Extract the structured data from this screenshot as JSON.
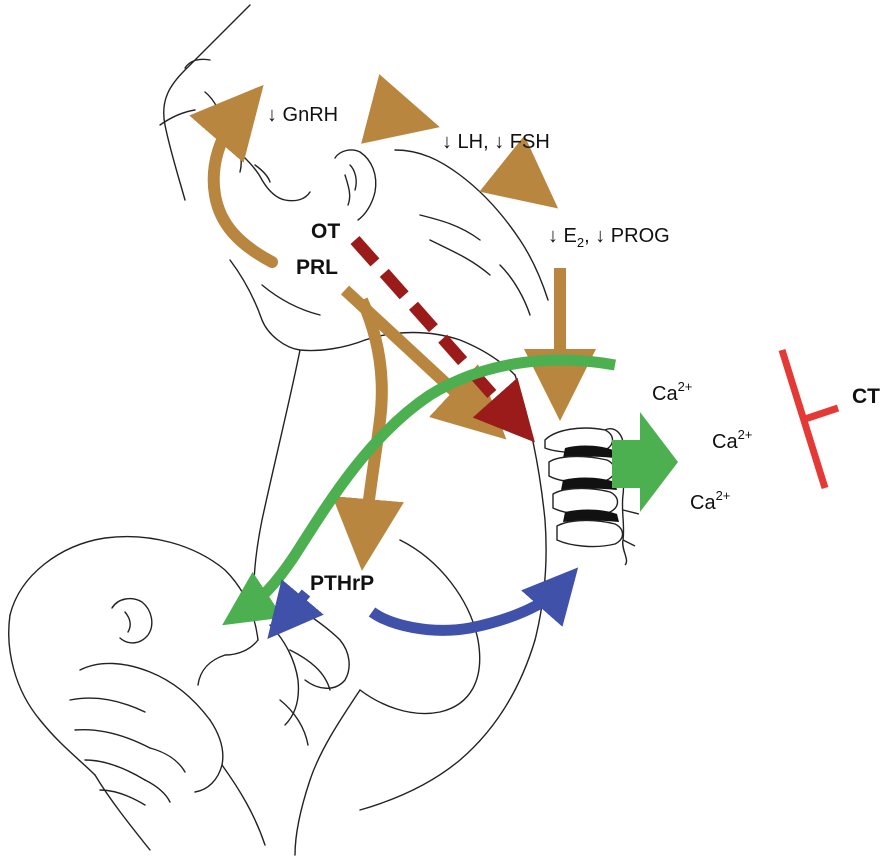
{
  "labels": {
    "gnrh": "↓ GnRH",
    "lh_fsh": "↓ LH, ↓ FSH",
    "e2_prog": {
      "prefix": "↓ E",
      "sub": "2",
      "suffix": ", ↓ PROG"
    },
    "ot": "OT",
    "prl": "PRL",
    "pthrp": "PTHrP",
    "ct": "CT",
    "calcium": [
      {
        "base": "Ca",
        "sup": "2+"
      },
      {
        "base": "Ca",
        "sup": "2+"
      },
      {
        "base": "Ca",
        "sup": "2+"
      }
    ]
  },
  "colors": {
    "hormone_arrow": "#b8863f",
    "ot_arrow": "#9b1a1a",
    "calcium_flow": "#4caf50",
    "pthrp_arrow": "#3f51a8",
    "ct_inhibitor": "#e53935",
    "line_art": "#222222"
  },
  "icons": {
    "spine": "vertebral-column-icon",
    "figure": "breastfeeding-mother-and-infant-sketch"
  }
}
